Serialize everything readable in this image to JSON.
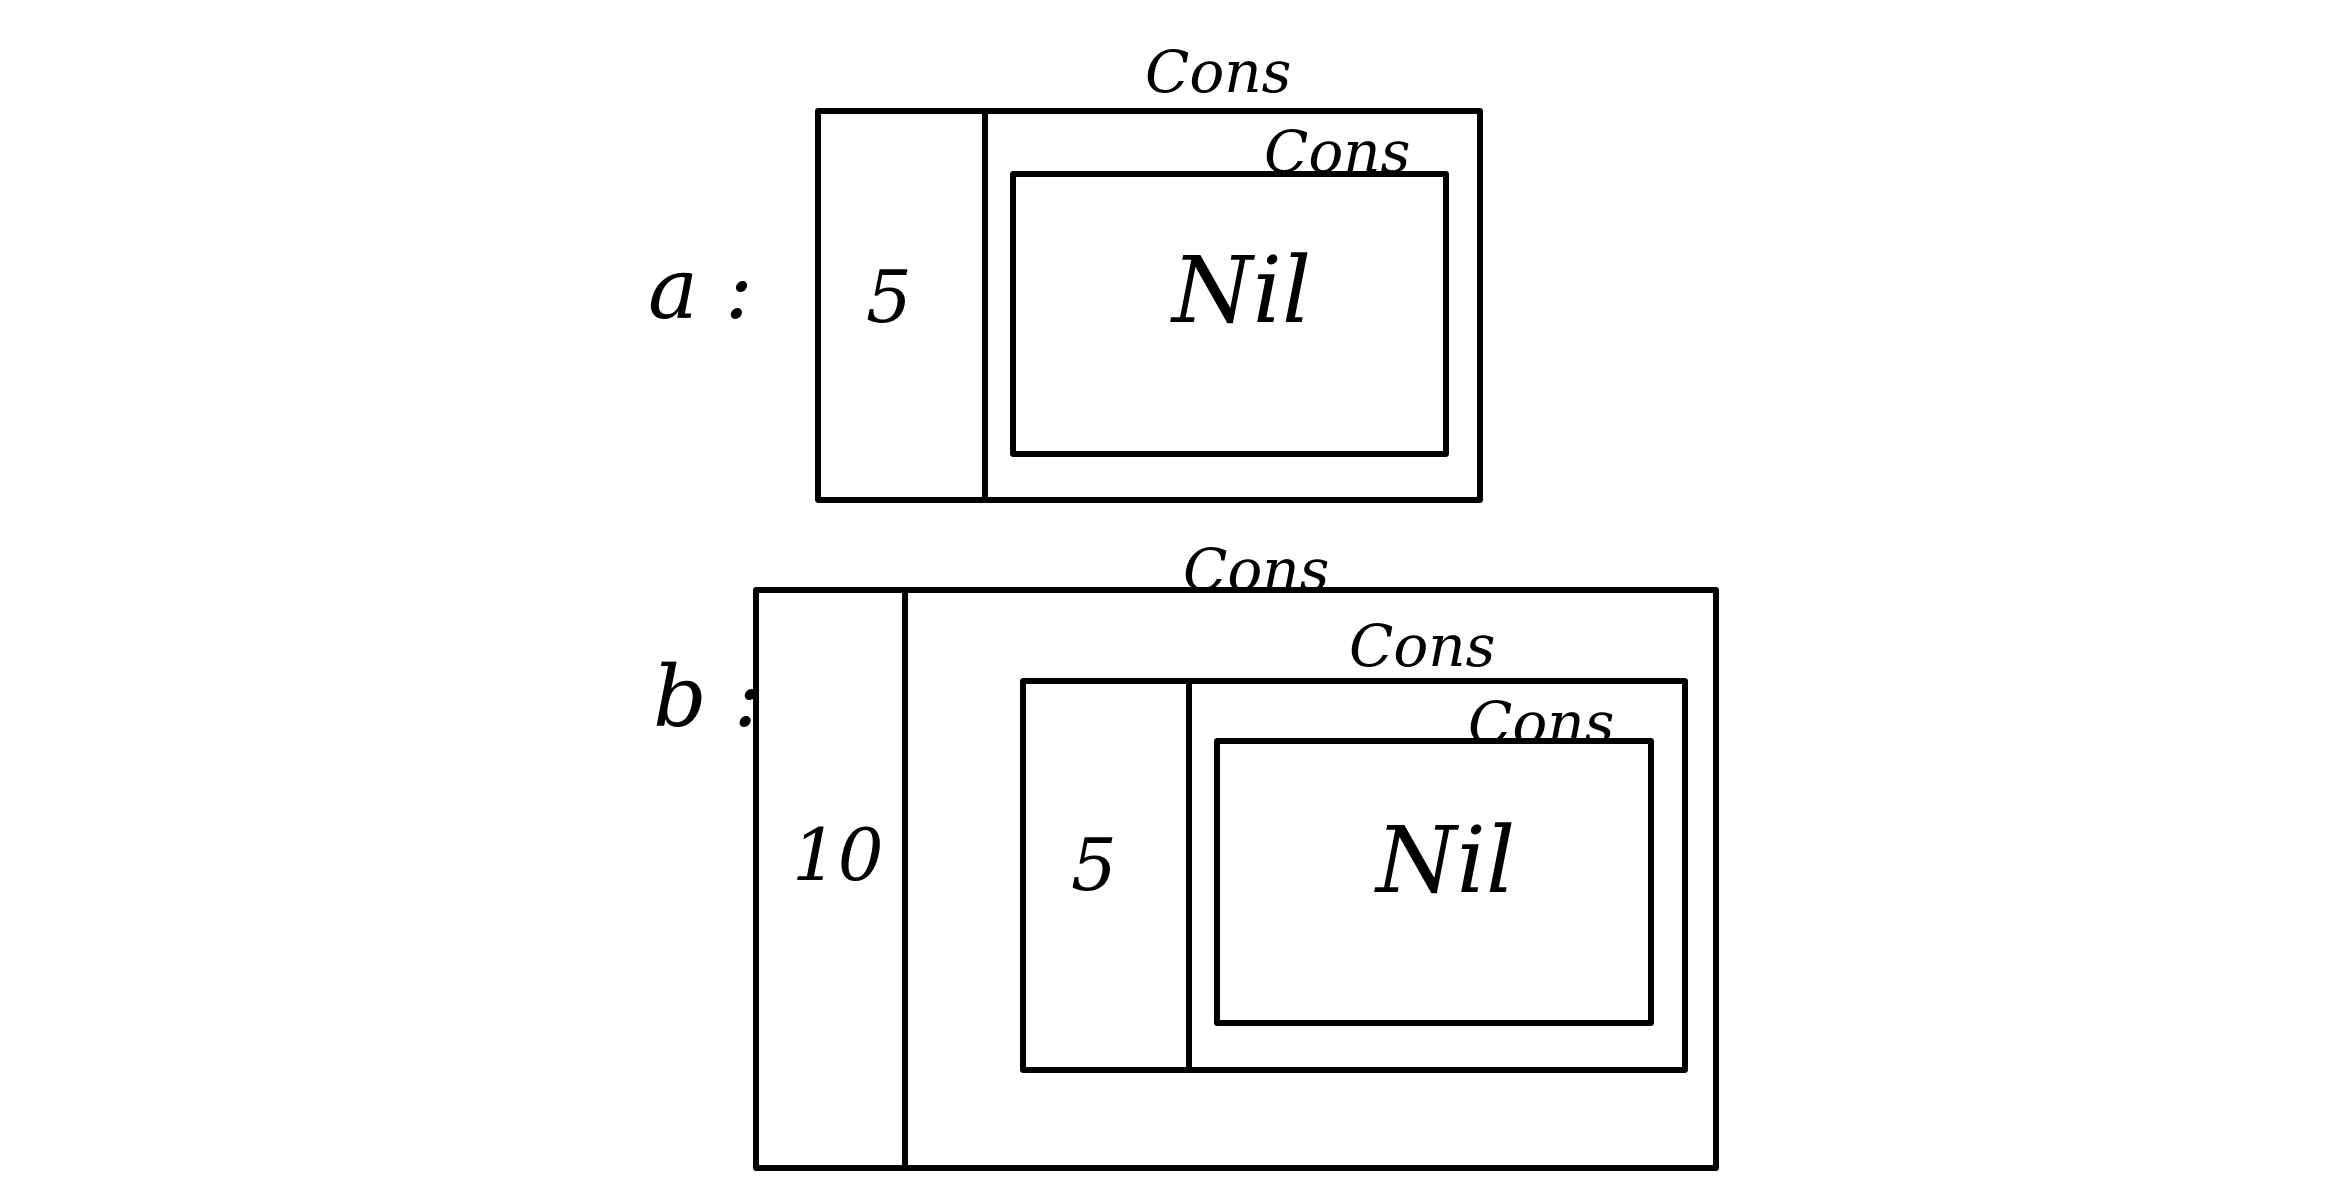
{
  "diagram_a": {
    "var_label": "a :",
    "outer": {
      "tag": "Cons",
      "head": "5"
    },
    "inner": {
      "tag": "Cons",
      "content": "Nil"
    }
  },
  "diagram_b": {
    "var_label": "b :",
    "outer": {
      "tag": "Cons",
      "head": "10"
    },
    "middle": {
      "tag": "Cons",
      "head": "5"
    },
    "inner": {
      "tag": "Cons",
      "content": "Nil"
    }
  },
  "colors": {
    "stroke": "#000000",
    "background": "#ffffff"
  }
}
